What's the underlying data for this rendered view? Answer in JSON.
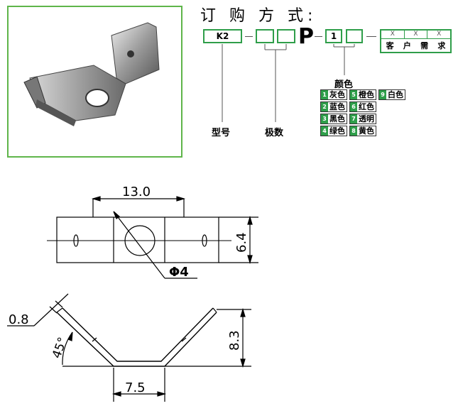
{
  "order": {
    "title": "订 购 方 式:",
    "model_code": "K2",
    "p_letter": "P",
    "color_code": "1",
    "custom_x": [
      "X",
      "X",
      "X"
    ],
    "custom_label": [
      "客",
      "户",
      "需",
      "求"
    ]
  },
  "labels": {
    "model": "型号",
    "poles": "极数",
    "color": "颜色"
  },
  "colors": [
    {
      "num": "1",
      "name": "灰色"
    },
    {
      "num": "5",
      "name": "橙色"
    },
    {
      "num": "9",
      "name": "白色"
    },
    {
      "num": "2",
      "name": "蓝色"
    },
    {
      "num": "6",
      "name": "红色"
    },
    {
      "num": "3",
      "name": "黑色"
    },
    {
      "num": "7",
      "name": "透明"
    },
    {
      "num": "4",
      "name": "绿色"
    },
    {
      "num": "8",
      "name": "黄色"
    }
  ],
  "dimensions": {
    "width_top": "13.0",
    "height_right": "6.4",
    "hole_dia": "Φ4",
    "thickness": "0.8",
    "angle": "45°",
    "height_side": "8.3",
    "bottom_width": "7.5"
  },
  "accent_color": "#2f9e4a"
}
